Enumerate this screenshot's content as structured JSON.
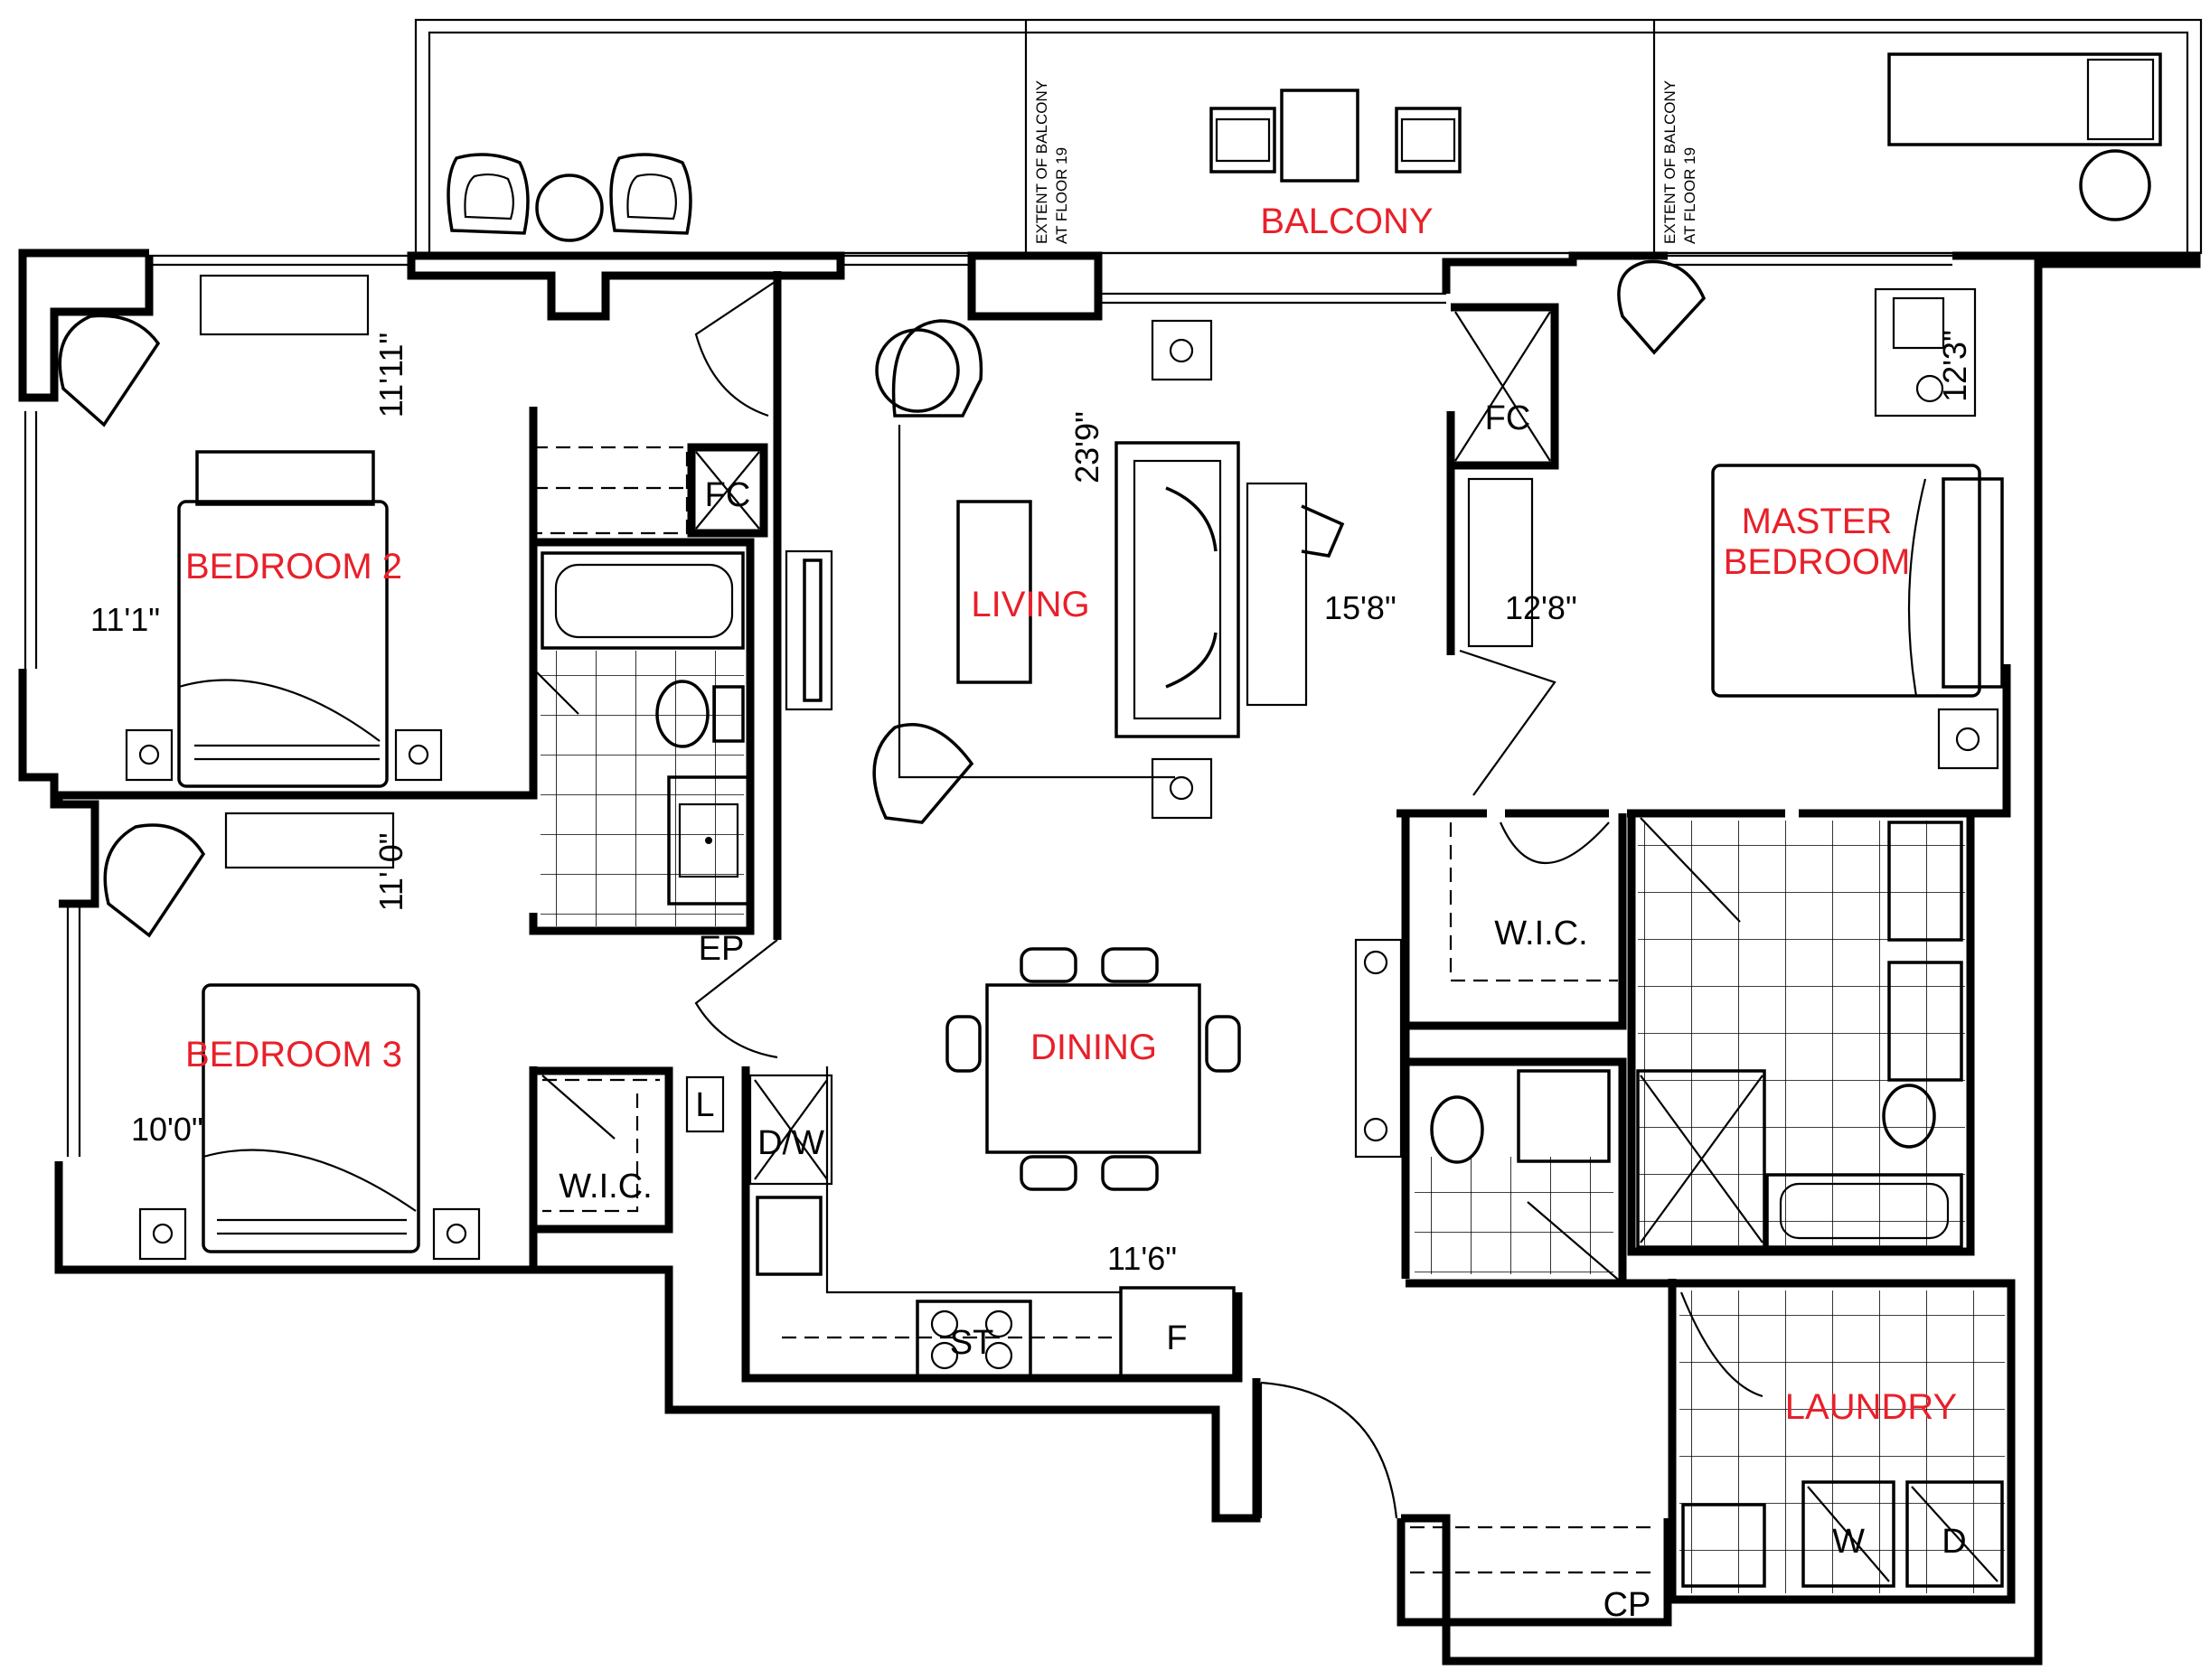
{
  "rooms": {
    "balcony": "BALCONY",
    "bedroom2": "BEDROOM 2",
    "bedroom3": "BEDROOM 3",
    "living": "LIVING",
    "dining": "DINING",
    "master_line1": "MASTER",
    "master_line2": "BEDROOM",
    "laundry": "LAUNDRY"
  },
  "fixtures": {
    "fc_left": "FC",
    "fc_right": "FC",
    "ep": "EP",
    "wic_left": "W.I.C.",
    "wic_right": "W.I.C.",
    "linen": "L",
    "dishwasher": "D/W",
    "stove": "ST",
    "fridge": "F",
    "washer": "W",
    "dryer": "D",
    "closet_pantry": "CP"
  },
  "dimensions": {
    "bed2_depth": "11'11\"",
    "bed2_width": "11'1\"",
    "bed3_depth": "11' 0\"",
    "bed3_width": "10'0\"",
    "living_depth": "23'9\"",
    "living_width": "15'8\"",
    "master_width": "12'8\"",
    "master_depth": "12'3\"",
    "kitchen_width": "11'6\""
  },
  "notes": {
    "extent_line1": "EXTENT OF BALCONY",
    "extent_line2": "AT FLOOR 19"
  },
  "colors": {
    "room_label": "#e8202a",
    "lines": "#000000"
  }
}
